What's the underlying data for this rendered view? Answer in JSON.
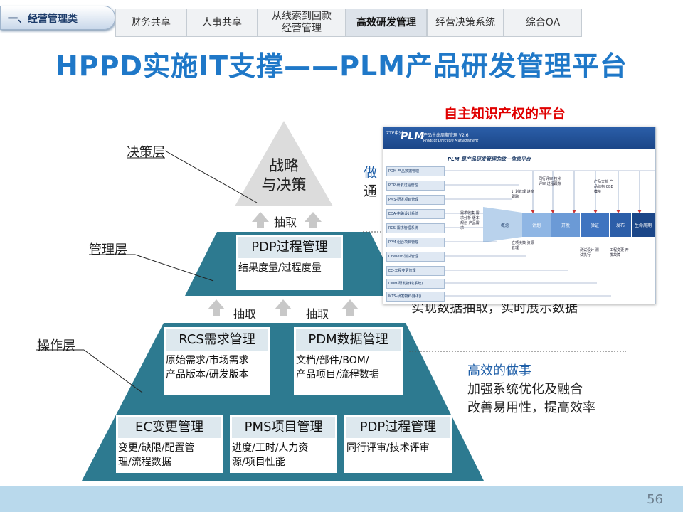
{
  "nav": {
    "section_label": "一、经营管理类",
    "tabs": [
      {
        "label": "财务共享"
      },
      {
        "label": "人事共享"
      },
      {
        "label": "从线索到回款经营管理"
      },
      {
        "label": "高效研发管理"
      },
      {
        "label": "经营决策系统"
      },
      {
        "label": "综合OA"
      }
    ],
    "active_tab": "高效研发管理"
  },
  "title": "HPPD实施IT支撑——PLM产品研发管理平台",
  "plm_caption": "自主知识产权的平台",
  "layers": {
    "decision": "决策层",
    "management": "管理层",
    "operation": "操作层"
  },
  "apex": {
    "line1": "战略",
    "line2": "与决策"
  },
  "arrow_labels": {
    "top": "抽取",
    "left": "抽取",
    "right": "抽取"
  },
  "boxes": {
    "pdp_mgmt": {
      "title": "PDP过程管理",
      "line1": "结果度量/过程度量"
    },
    "rcs": {
      "title": "RCS需求管理",
      "line1": "原始需求/市场需求",
      "line2": "产品版本/研发版本"
    },
    "pdm": {
      "title": "PDM数据管理",
      "line1": "文档/部件/BOM/",
      "line2": "产品项目/流程数据"
    },
    "ec": {
      "title": "EC变更管理",
      "line1": "变更/缺限/配置管",
      "line2": "理/流程数据"
    },
    "pms": {
      "title": "PMS项目管理",
      "line1": "进度/工时/人力资",
      "line2": "源/项目性能"
    },
    "pdp_op": {
      "title": "PDP过程管理",
      "line1": "同行评审/技术评审"
    }
  },
  "right_notes": {
    "partial_top_1": "做",
    "partial_top_2": "通",
    "middle_line": "实现数据抽取，实时展示数据",
    "effective_title": "高效的做事",
    "effective_line1": "加强系统优化及融合",
    "effective_line2": "改善易用性，提高效率"
  },
  "plm_screen": {
    "brand": "ZTE中兴",
    "product": "PLM",
    "product_sub": "产品生命周期管理 V2.6",
    "product_sub_en": "Product Lifecycle Management",
    "heading": "PLM 是产品研发管理的统一信息平台",
    "side_items": [
      "PDM-产品数据管理",
      "PDP-研发过程管理",
      "PMS-研发项目管理",
      "EDA-电路设计系统",
      "RCS-需求管理系统",
      "PPM-组合项目管理",
      "OneTest-测试管理",
      "EC-工程变更管理",
      "DMM-研发物料(系统)",
      "MTS-研发物料(手机)"
    ],
    "stages": [
      "概念",
      "计划",
      "开发",
      "验证",
      "发布",
      "生命周期"
    ],
    "notes": {
      "n1": "需求收集 需求分析 版本规划 产品需求",
      "n2": "计划管理 进度跟踪",
      "n3": "同行评审 技术评审 过程跟踪",
      "n4": "产品文档 产品结构 CBB模块",
      "n5": "立项决策 资源管理",
      "n6": "测试设计 测试执行",
      "n7": "工程变更 开发故障"
    }
  },
  "page_number": "56",
  "colors": {
    "title": "#1f78c8",
    "pyramid": "#2d7a90",
    "caption": "#e00000",
    "footer": "#b9d9ec"
  }
}
